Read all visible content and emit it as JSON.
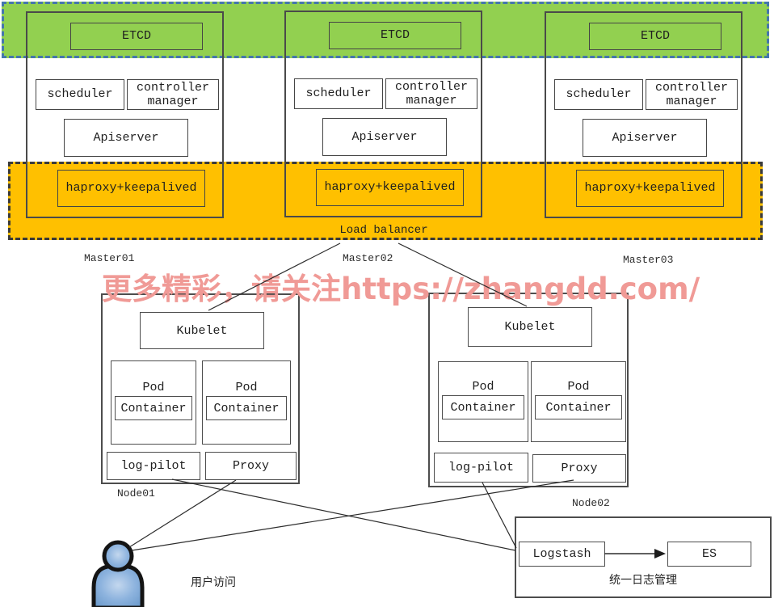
{
  "zones": {
    "load_balancer_label": "Load balancer"
  },
  "masters": [
    {
      "name": "Master01",
      "etcd": "ETCD",
      "scheduler": "scheduler",
      "controller_manager": "controller manager",
      "apiserver": "Apiserver",
      "haproxy": "haproxy+keepalived"
    },
    {
      "name": "Master02",
      "etcd": "ETCD",
      "scheduler": "scheduler",
      "controller_manager": "controller manager",
      "apiserver": "Apiserver",
      "haproxy": "haproxy+keepalived"
    },
    {
      "name": "Master03",
      "etcd": "ETCD",
      "scheduler": "scheduler",
      "controller_manager": "controller manager",
      "apiserver": "Apiserver",
      "haproxy": "haproxy+keepalived"
    }
  ],
  "nodes": [
    {
      "name": "Node01",
      "kubelet": "Kubelet",
      "pods": [
        {
          "pod": "Pod",
          "container": "Container"
        },
        {
          "pod": "Pod",
          "container": "Container"
        }
      ],
      "log_pilot": "log-pilot",
      "proxy": "Proxy"
    },
    {
      "name": "Node02",
      "kubelet": "Kubelet",
      "pods": [
        {
          "pod": "Pod",
          "container": "Container"
        },
        {
          "pod": "Pod",
          "container": "Container"
        }
      ],
      "log_pilot": "log-pilot",
      "proxy": "Proxy"
    }
  ],
  "logging": {
    "logstash": "Logstash",
    "es": "ES",
    "caption": "统一日志管理"
  },
  "user_access": {
    "label": "用户访问"
  },
  "watermark": {
    "text": "更多精彩，请关注https://zhangdd.com/"
  },
  "colors": {
    "zone_green": "#92d050",
    "zone_green_border": "#4576ad",
    "zone_orange": "#ffc000",
    "zone_orange_border": "#3a3a3a",
    "watermark": "#f09a96",
    "user_figure": "#7aa7d8"
  }
}
